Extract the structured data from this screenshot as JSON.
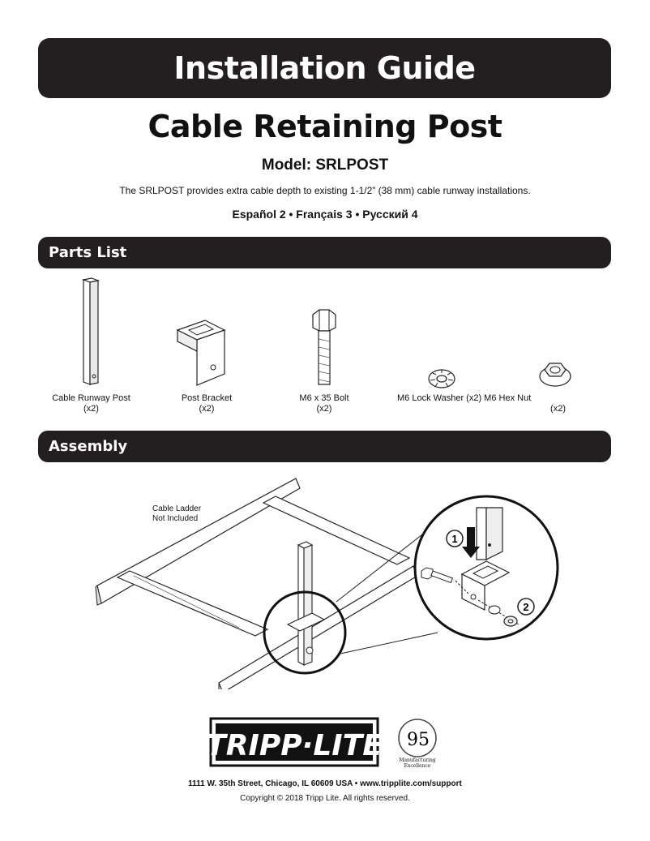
{
  "header": {
    "banner": "Installation Guide",
    "title": "Cable Retaining Post",
    "model": "Model: SRLPOST",
    "description": "The SRLPOST provides extra cable depth to existing 1-1/2” (38 mm) cable runway installations.",
    "languages": "Español 2 • Français 3 • Русский 4"
  },
  "parts_section": {
    "heading": "Parts List",
    "items": [
      {
        "name": "Cable Runway Post",
        "qty": "(x2)"
      },
      {
        "name": "Post Bracket",
        "qty": "(x2)"
      },
      {
        "name": "M6 x 35 Bolt",
        "qty": "(x2)"
      },
      {
        "name": "M6 Lock Washer (x2) M6 Hex Nut",
        "qty": "(x2)"
      }
    ]
  },
  "assembly_section": {
    "heading": "Assembly",
    "callout": "Cable Ladder",
    "callout2": "Not Included",
    "step1": "1",
    "step2": "2"
  },
  "footer": {
    "logo": "TRIPP·LITE",
    "badge_number": "95",
    "badge_text": "Manufacturing Excellence",
    "address": "1111 W. 35th Street, Chicago, IL 60609 USA • www.tripplite.com/support",
    "copyright": "Copyright © 2018 Tripp Lite. All rights reserved."
  }
}
